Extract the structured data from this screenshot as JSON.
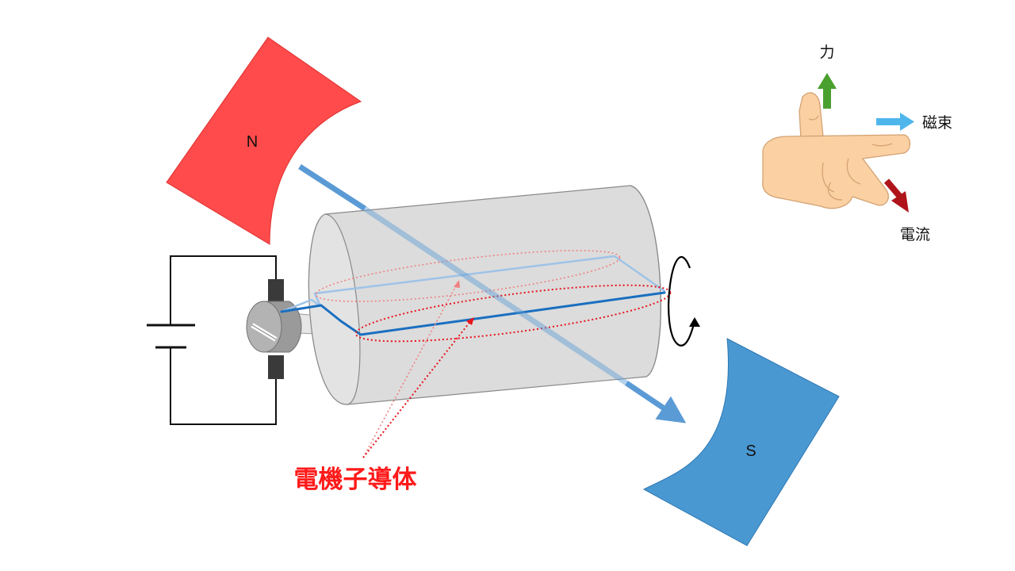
{
  "poles": {
    "north": "N",
    "south": "S"
  },
  "annotation": {
    "conductor": "電機子導体"
  },
  "legend": {
    "force": "力",
    "flux": "磁束",
    "current": "電流"
  },
  "colors": {
    "north_pole": "#ff4b4b",
    "south_pole": "#4a98d2",
    "conductor": "#1a6fc0",
    "annotation": "#ff1a1a",
    "force_arrow": "#4aa02e",
    "flux_arrow": "#4fb6ec",
    "current_arrow": "#b0141b",
    "hand": "#fbd0a3"
  }
}
